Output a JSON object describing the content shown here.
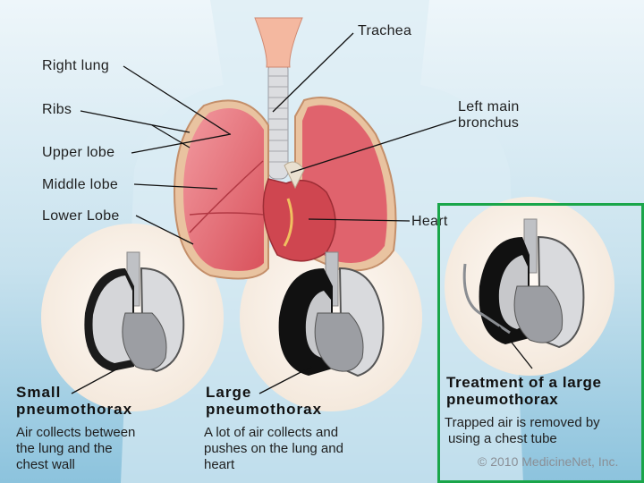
{
  "labels": {
    "trachea": "Trachea",
    "right_lung": "Right lung",
    "ribs": "Ribs",
    "upper_lobe": "Upper lobe",
    "middle_lobe": "Middle lobe",
    "lower_lobe": "Lower Lobe",
    "left_main": "Left main",
    "bronchus": "bronchus",
    "heart": "Heart"
  },
  "panels": {
    "small": {
      "title_line1": "Small",
      "title_line2": "pneumothorax",
      "caption": [
        "Air collects between",
        "the lung and the",
        "chest wall"
      ]
    },
    "large": {
      "title_line1": "Large",
      "title_line2": "pneumothorax",
      "caption": [
        "A lot of air collects  and",
        "pushes on the lung and",
        "heart"
      ]
    },
    "treatment": {
      "title_line1": "Treatment of a large",
      "title_line2": "pneumothorax",
      "caption": [
        "Trapped air is removed by",
        "using a chest tube"
      ]
    }
  },
  "copyright": "© 2010 MedicineNet, Inc.",
  "colors": {
    "background_top": "#e9f3f8",
    "background_bottom": "#8fc6df",
    "lung": "#e36a73",
    "heart": "#d64c55",
    "highlight_border": "#1aa64a"
  }
}
